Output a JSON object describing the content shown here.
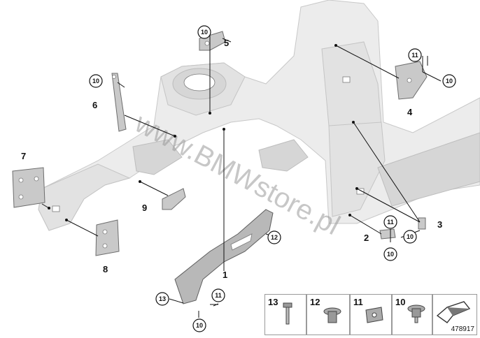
{
  "diagram": {
    "watermark": "www.BMWstore.pl",
    "diagram_id": "478917",
    "callouts": [
      {
        "id": "c1",
        "label": "1"
      },
      {
        "id": "c2",
        "label": "2"
      },
      {
        "id": "c3",
        "label": "3"
      },
      {
        "id": "c4",
        "label": "4"
      },
      {
        "id": "c5",
        "label": "5"
      },
      {
        "id": "c6",
        "label": "6"
      },
      {
        "id": "c7",
        "label": "7"
      },
      {
        "id": "c8",
        "label": "8"
      },
      {
        "id": "c9",
        "label": "9"
      },
      {
        "id": "c10a",
        "label": "10"
      },
      {
        "id": "c10b",
        "label": "10"
      },
      {
        "id": "c10c",
        "label": "10"
      },
      {
        "id": "c10d",
        "label": "10"
      },
      {
        "id": "c10e",
        "label": "10"
      },
      {
        "id": "c10f",
        "label": "10"
      },
      {
        "id": "c11a",
        "label": "11"
      },
      {
        "id": "c11b",
        "label": "11"
      },
      {
        "id": "c11c",
        "label": "11"
      },
      {
        "id": "c12",
        "label": "12"
      },
      {
        "id": "c13",
        "label": "13"
      }
    ],
    "legend": [
      {
        "label": "13",
        "icon": "bolt-icon"
      },
      {
        "label": "12",
        "icon": "flange-nut-icon"
      },
      {
        "label": "11",
        "icon": "clip-nut-icon"
      },
      {
        "label": "10",
        "icon": "flange-bolt-icon"
      },
      {
        "label": "",
        "icon": "arrow-icon"
      }
    ]
  }
}
